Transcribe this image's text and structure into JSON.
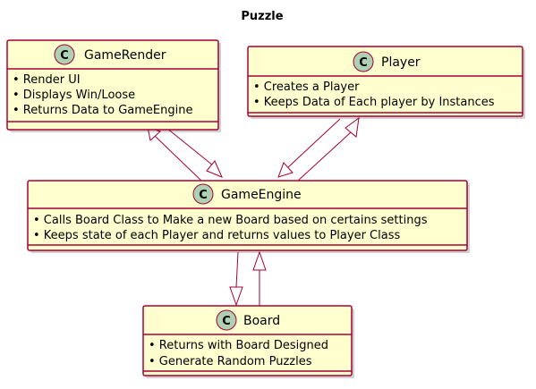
{
  "diagram": {
    "title": "Puzzle",
    "classes": {
      "gamerender": {
        "stereotype_letter": "C",
        "name": "GameRender",
        "members": [
          "• Render UI",
          "• Displays Win/Loose",
          "• Returns Data to GameEngine"
        ]
      },
      "player": {
        "stereotype_letter": "C",
        "name": "Player",
        "members": [
          "• Creates a Player",
          "• Keeps Data of Each player by Instances"
        ]
      },
      "gameengine": {
        "stereotype_letter": "C",
        "name": "GameEngine",
        "members": [
          "• Calls Board Class to Make a new Board based on certains settings",
          "• Keeps state of each Player and returns values to Player Class"
        ]
      },
      "board": {
        "stereotype_letter": "C",
        "name": "Board",
        "members": [
          "• Returns with Board Designed",
          "• Generate Random Puzzles"
        ]
      }
    },
    "relations": [
      {
        "from": "gameengine",
        "to": "gamerender",
        "kind": "generalization"
      },
      {
        "from": "gamerender",
        "to": "gameengine",
        "kind": "generalization"
      },
      {
        "from": "gameengine",
        "to": "player",
        "kind": "generalization"
      },
      {
        "from": "player",
        "to": "gameengine",
        "kind": "generalization"
      },
      {
        "from": "board",
        "to": "gameengine",
        "kind": "generalization"
      },
      {
        "from": "gameengine",
        "to": "board",
        "kind": "generalization"
      }
    ],
    "colors": {
      "class_fill": "#FEFECE",
      "border": "#A80036",
      "badge_fill": "#ADD1B2"
    }
  }
}
